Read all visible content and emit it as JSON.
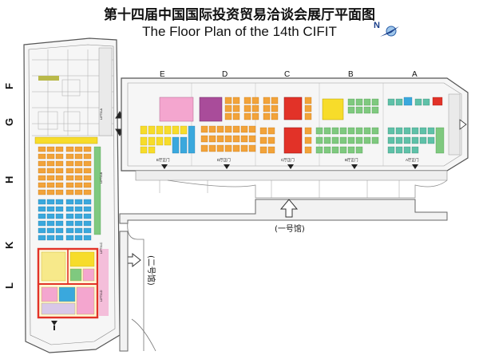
{
  "title": {
    "cn": "第十四届中国国际投资贸易洽谈会展厅平面图",
    "en": "The Floor Plan of the 14th CIFIT"
  },
  "compass": {
    "label": "N",
    "icon": "north-arrow-icon"
  },
  "hall1": {
    "label": "(一号馆)",
    "sections": [
      "E",
      "D",
      "C",
      "B",
      "A"
    ],
    "entrances": [
      "E厅正门",
      "D厅正门",
      "C厅正门",
      "B厅正门",
      "A厅正门"
    ],
    "colors": {
      "yellow": "#f7dc2a",
      "orange": "#f2a33a",
      "pink": "#f4a6cf",
      "purple": "#a94c9a",
      "red": "#e23228",
      "blue": "#3aa8dd",
      "green": "#7fc97f",
      "teal": "#5fc1a8"
    }
  },
  "hall2": {
    "label": "(二号馆)",
    "sections": [
      "F",
      "G",
      "H",
      "K",
      "L"
    ],
    "corridor_labels": [
      "LIFT/LA",
      "LIFT/LB",
      "LIFT/LC",
      "LIFT/LD"
    ]
  }
}
